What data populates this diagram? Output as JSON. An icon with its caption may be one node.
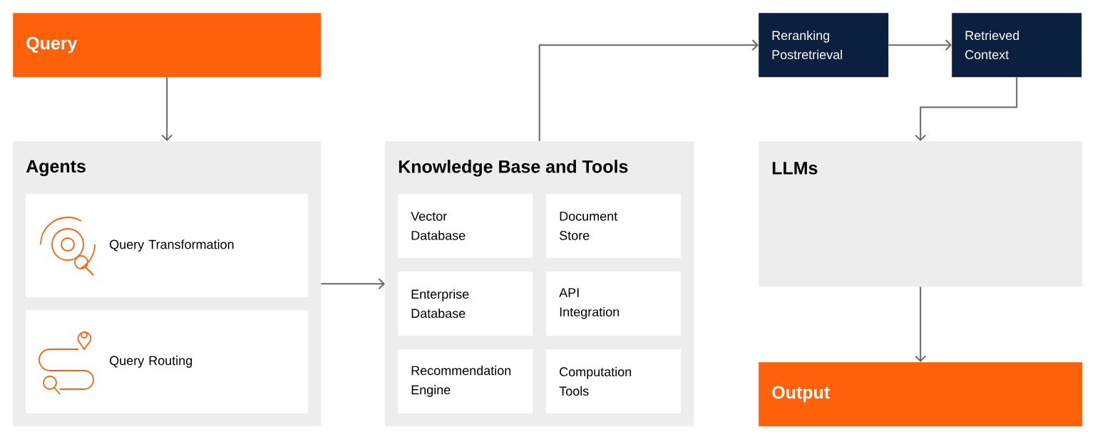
{
  "diagram": {
    "nodes": [
      {
        "text": [
          "Query"
        ]
      },
      {
        "text": [
          "Agents"
        ]
      },
      {
        "text": [
          "Query Transformation"
        ],
        "in": 1
      },
      {
        "text": [
          "Query Routing"
        ],
        "in": 1
      },
      {
        "text": [
          "Knowledge Base and Tools"
        ]
      },
      {
        "text": [
          "Vector Database"
        ],
        "in": 4
      },
      {
        "text": [
          "Document Store"
        ],
        "in": 4
      },
      {
        "text": [
          "Enterprise Database"
        ],
        "in": 4
      },
      {
        "text": [
          "API Integration"
        ],
        "in": 4
      },
      {
        "text": [
          "Recommendation Engine"
        ],
        "in": 4
      },
      {
        "text": [
          "Computation Tools"
        ],
        "in": 4
      },
      {
        "text": [
          "Reranking Postretrieval"
        ]
      },
      {
        "text": [
          "Retrieved Context"
        ]
      },
      {
        "text": [
          "LLMs"
        ]
      },
      {
        "text": [
          "Output"
        ]
      }
    ],
    "edges": [
      {
        "from": 0,
        "to": 1,
        "arrow": "to"
      },
      {
        "from": 1,
        "to": 4,
        "arrow": "to"
      },
      {
        "from": 4,
        "to": 11,
        "arrow": "to"
      },
      {
        "from": 11,
        "to": 12,
        "arrow": "to"
      },
      {
        "from": 12,
        "to": 13,
        "arrow": "to"
      },
      {
        "from": 13,
        "to": 14,
        "arrow": "to"
      }
    ]
  }
}
